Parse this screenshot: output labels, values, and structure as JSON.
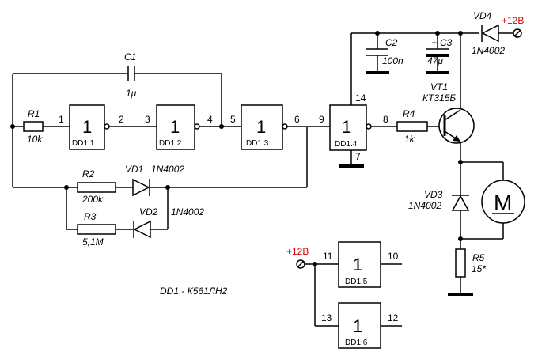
{
  "diagram": {
    "chip_note": "DD1 - К561ЛН2",
    "gate_symbol": "1",
    "power_label": "+12В",
    "gates": [
      {
        "ref": "DD1.1",
        "in_pin": "1",
        "out_pin": "2"
      },
      {
        "ref": "DD1.2",
        "in_pin": "3",
        "out_pin": "4"
      },
      {
        "ref": "DD1.3",
        "in_pin": "5",
        "out_pin": "6"
      },
      {
        "ref": "DD1.4",
        "in_pin": "9",
        "out_pin": "8",
        "vcc_pin": "14",
        "gnd_pin": "7"
      },
      {
        "ref": "DD1.5",
        "in_pin": "11",
        "out_pin": "10"
      },
      {
        "ref": "DD1.6",
        "in_pin": "13",
        "out_pin": "12"
      }
    ],
    "components": {
      "c1": {
        "ref": "C1",
        "value": "1μ"
      },
      "r1": {
        "ref": "R1",
        "value": "10k"
      },
      "r2": {
        "ref": "R2",
        "value": "200k"
      },
      "r3": {
        "ref": "R3",
        "value": "5,1M"
      },
      "vd1": {
        "ref": "VD1",
        "value": "1N4002"
      },
      "vd2": {
        "ref": "VD2",
        "value": "1N4002"
      },
      "c2": {
        "ref": "C2",
        "value": "100n"
      },
      "c3": {
        "ref": "C3",
        "value": "47μ",
        "plus": "+"
      },
      "vd4": {
        "ref": "VD4",
        "value": "1N4002"
      },
      "vt1": {
        "ref": "VT1",
        "value": "КТ315Б"
      },
      "r4": {
        "ref": "R4",
        "value": "1k"
      },
      "vd3": {
        "ref": "VD3",
        "value": "1N4002"
      },
      "r5": {
        "ref": "R5",
        "value": "15*"
      },
      "motor": {
        "symbol": "M"
      }
    }
  }
}
